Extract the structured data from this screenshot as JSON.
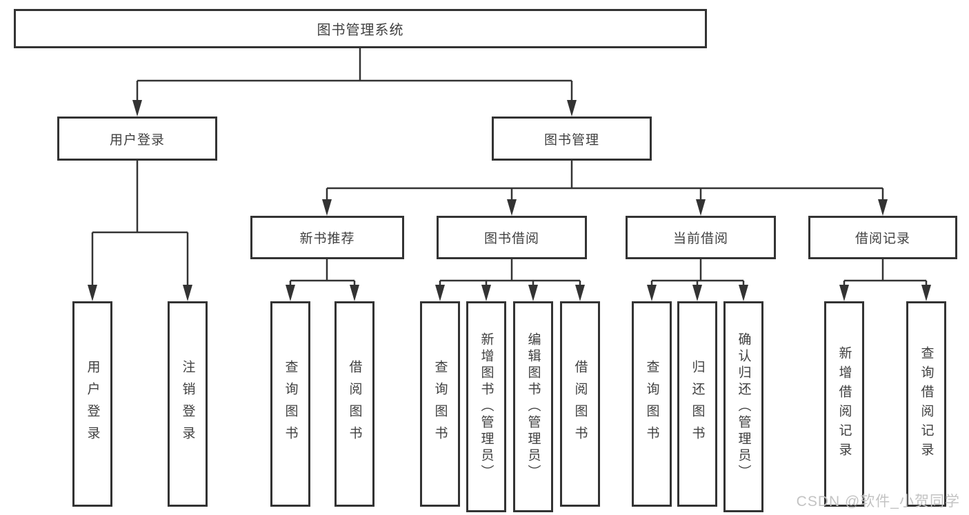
{
  "nodes": {
    "root": "图书管理系统",
    "user_login": "用户登录",
    "book_mgmt": "图书管理",
    "new_book": "新书推荐",
    "book_borrow": "图书借阅",
    "current_borrow": "当前借阅",
    "borrow_record": "借阅记录",
    "user_login_leaves": [
      "用户登录",
      "注销登录"
    ],
    "new_book_leaves": [
      "查询图书",
      "借阅图书"
    ],
    "book_borrow_leaves": [
      "查询图书",
      "新增图书（管理员）",
      "编辑图书（管理员）",
      "借阅图书"
    ],
    "current_borrow_leaves": [
      "查询图书",
      "归还图书",
      "确认归还（管理员）"
    ],
    "borrow_record_leaves": [
      "新增借阅记录",
      "查询借阅记录"
    ]
  },
  "watermark": "CSDN @软件_小贺同学",
  "colors": {
    "line": "#333333",
    "text": "#404040",
    "background": "#ffffff",
    "watermark": "#c3c3c3"
  }
}
